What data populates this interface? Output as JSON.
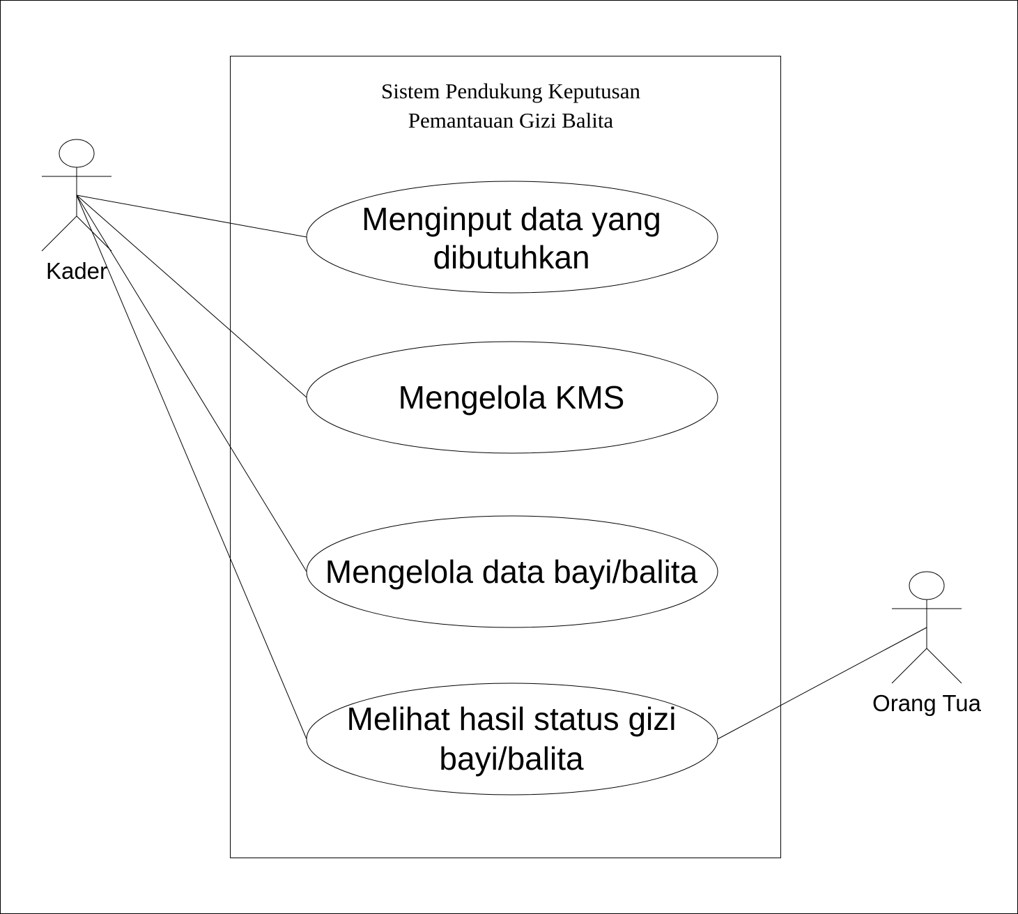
{
  "system": {
    "title_line1": "Sistem Pendukung Keputusan",
    "title_line2": "Pemantauan Gizi Balita"
  },
  "actors": {
    "kader": {
      "name": "Kader"
    },
    "orang_tua": {
      "name": "Orang Tua"
    }
  },
  "use_cases": [
    {
      "line1": "Menginput data yang",
      "line2": "dibutuhkan"
    },
    {
      "line1": "Mengelola KMS"
    },
    {
      "line1": "Mengelola data bayi/balita"
    },
    {
      "line1": "Melihat hasil status gizi",
      "line2": "bayi/balita"
    }
  ],
  "associations": [
    {
      "actor": "Kader",
      "use_case": "Menginput data yang dibutuhkan"
    },
    {
      "actor": "Kader",
      "use_case": "Mengelola KMS"
    },
    {
      "actor": "Kader",
      "use_case": "Mengelola data bayi/balita"
    },
    {
      "actor": "Kader",
      "use_case": "Melihat hasil status gizi bayi/balita"
    },
    {
      "actor": "Orang Tua",
      "use_case": "Melihat hasil status gizi bayi/balita"
    }
  ],
  "colors": {
    "stroke": "#000000",
    "background": "#ffffff"
  }
}
